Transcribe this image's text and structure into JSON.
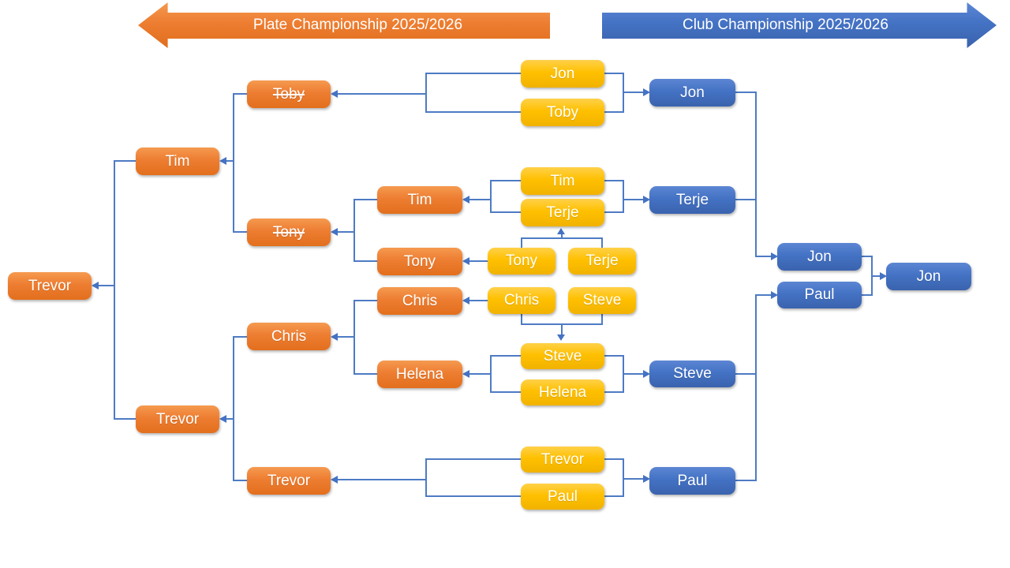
{
  "banners": {
    "plate": {
      "label": "Plate Championship 2025/2026",
      "color": "#ED7D31",
      "direction": "left"
    },
    "club": {
      "label": "Club Championship 2025/2026",
      "color": "#4472C4",
      "direction": "right"
    }
  },
  "colors": {
    "plate_box": "#ED7D31",
    "first_round_box": "#FFC000",
    "club_box": "#4472C4",
    "connector": "#4472C4",
    "text": "#FFFFFF"
  },
  "struck_players": [
    "Toby",
    "Tony"
  ],
  "nodes": {
    "y_jon": "Jon",
    "y_toby": "Toby",
    "y_tim": "Tim",
    "y_terje": "Terje",
    "y_tony_p": "Tony",
    "y_terje_p": "Terje",
    "y_chris_p": "Chris",
    "y_steve_p": "Steve",
    "y_steve": "Steve",
    "y_helena": "Helena",
    "y_trevor": "Trevor",
    "y_paul": "Paul",
    "o_tim1": "Tim",
    "o_tony1": "Tony",
    "o_chris1": "Chris",
    "o_helena1": "Helena",
    "o_toby2": "Toby",
    "o_tony2": "Tony",
    "o_chris2": "Chris",
    "o_trevor2": "Trevor",
    "o_tim3": "Tim",
    "o_trevor3": "Trevor",
    "o_trevor_f": "Trevor",
    "b_jon1": "Jon",
    "b_terje1": "Terje",
    "b_steve1": "Steve",
    "b_paul1": "Paul",
    "b_jon2": "Jon",
    "b_paul2": "Paul",
    "b_jon_f": "Jon"
  }
}
